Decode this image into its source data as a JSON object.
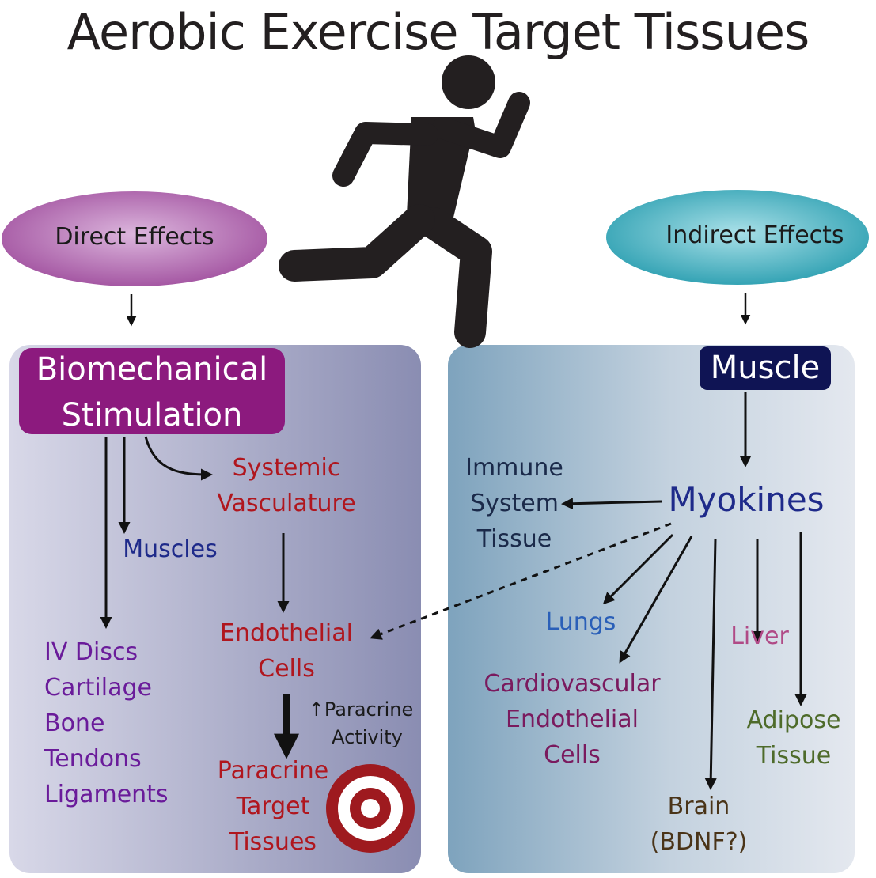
{
  "title": "Aerobic Exercise Target Tissues",
  "direct": {
    "oval_label": "Direct Effects",
    "box_title": [
      "Biomechanical",
      "Stimulation"
    ],
    "systemic": [
      "Systemic",
      "Vasculature"
    ],
    "muscles": "Muscles",
    "tissues": [
      "IV Discs",
      "Cartilage",
      "Bone",
      "Tendons",
      "Ligaments"
    ],
    "endothelial": [
      "Endothelial",
      "Cells"
    ],
    "paracrine_activity": [
      "↑Paracrine",
      "Activity"
    ],
    "paracrine_targets": [
      "Paracrine",
      "Target",
      "Tissues"
    ]
  },
  "indirect": {
    "oval_label": "Indirect Effects",
    "box_title": "Muscle",
    "myokines": "Myokines",
    "immune": [
      "Immune",
      "System",
      "Tissue"
    ],
    "lungs": "Lungs",
    "liver": "Liver",
    "cardio": [
      "Cardiovascular",
      "Endothelial",
      "Cells"
    ],
    "adipose": [
      "Adipose",
      "Tissue"
    ],
    "brain": [
      "Brain",
      "(BDNF?)"
    ]
  },
  "colors": {
    "direct_oval": "#a04f9e",
    "direct_title_box": "#8c1a7e",
    "indirect_oval": "#2a9eb0",
    "indirect_title_box": "#0f1454",
    "red_text": "#b0161e",
    "navy_text": "#1e2a8a",
    "purple_text": "#6a1b9a",
    "dark_navy_text": "#1b2a4a",
    "lungs_text": "#2a5fb8",
    "liver_text": "#b04a86",
    "cardio_text": "#7a1a5e",
    "adipose_text": "#4e6b2a",
    "brain_text": "#4a3418"
  }
}
